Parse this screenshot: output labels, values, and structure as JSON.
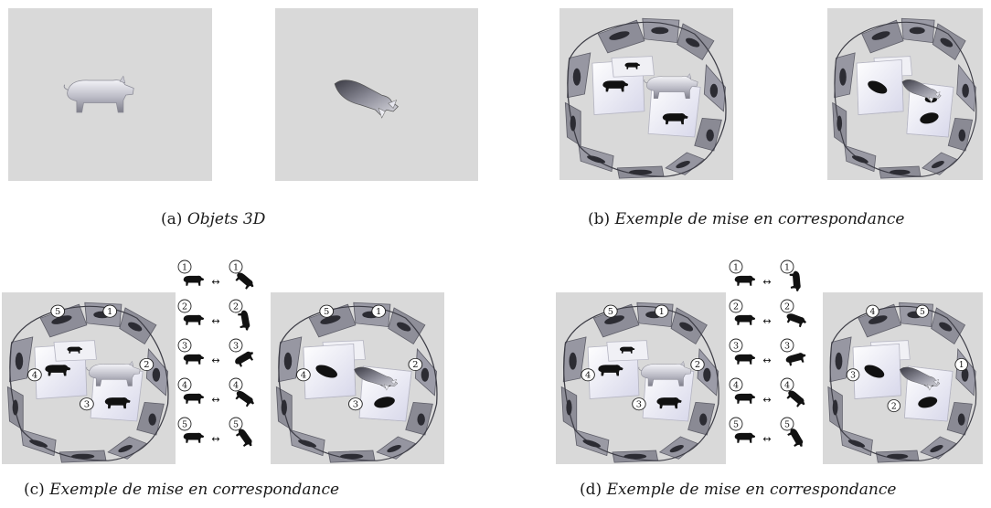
{
  "captions": {
    "a": {
      "label": "(a)",
      "text": "Objets 3D"
    },
    "b": {
      "label": "(b)",
      "text": "Exemple de mise en correspondance"
    },
    "c": {
      "label": "(c)",
      "text": "Exemple de mise en correspondance"
    },
    "d": {
      "label": "(d)",
      "text": "Exemple de mise en correspondance"
    }
  },
  "panel_c": {
    "left_markers": [
      "5",
      "1",
      "2",
      "4",
      "3"
    ],
    "right_markers": [
      "5",
      "1",
      "2",
      "4",
      "3"
    ],
    "pairs": [
      {
        "left": "1",
        "right": "1",
        "arrow": "↔"
      },
      {
        "left": "2",
        "right": "2",
        "arrow": "↔"
      },
      {
        "left": "3",
        "right": "3",
        "arrow": "↔"
      },
      {
        "left": "4",
        "right": "4",
        "arrow": "↔"
      },
      {
        "left": "5",
        "right": "5",
        "arrow": "↔"
      }
    ]
  },
  "panel_d": {
    "left_markers": [
      "5",
      "1",
      "2",
      "4",
      "3"
    ],
    "right_markers": [
      "4",
      "5",
      "1",
      "3",
      "2"
    ],
    "pairs": [
      {
        "left": "1",
        "right": "1",
        "arrow": "↔"
      },
      {
        "left": "2",
        "right": "2",
        "arrow": "↔"
      },
      {
        "left": "3",
        "right": "3",
        "arrow": "↔"
      },
      {
        "left": "4",
        "right": "4",
        "arrow": "↔"
      },
      {
        "left": "5",
        "right": "5",
        "arrow": "↔"
      }
    ]
  },
  "colors": {
    "panel_bg": "#d9d9d9",
    "card_light": "#f3f3f7",
    "card_dark": "#8a8a94",
    "silhouette": "#111111"
  }
}
